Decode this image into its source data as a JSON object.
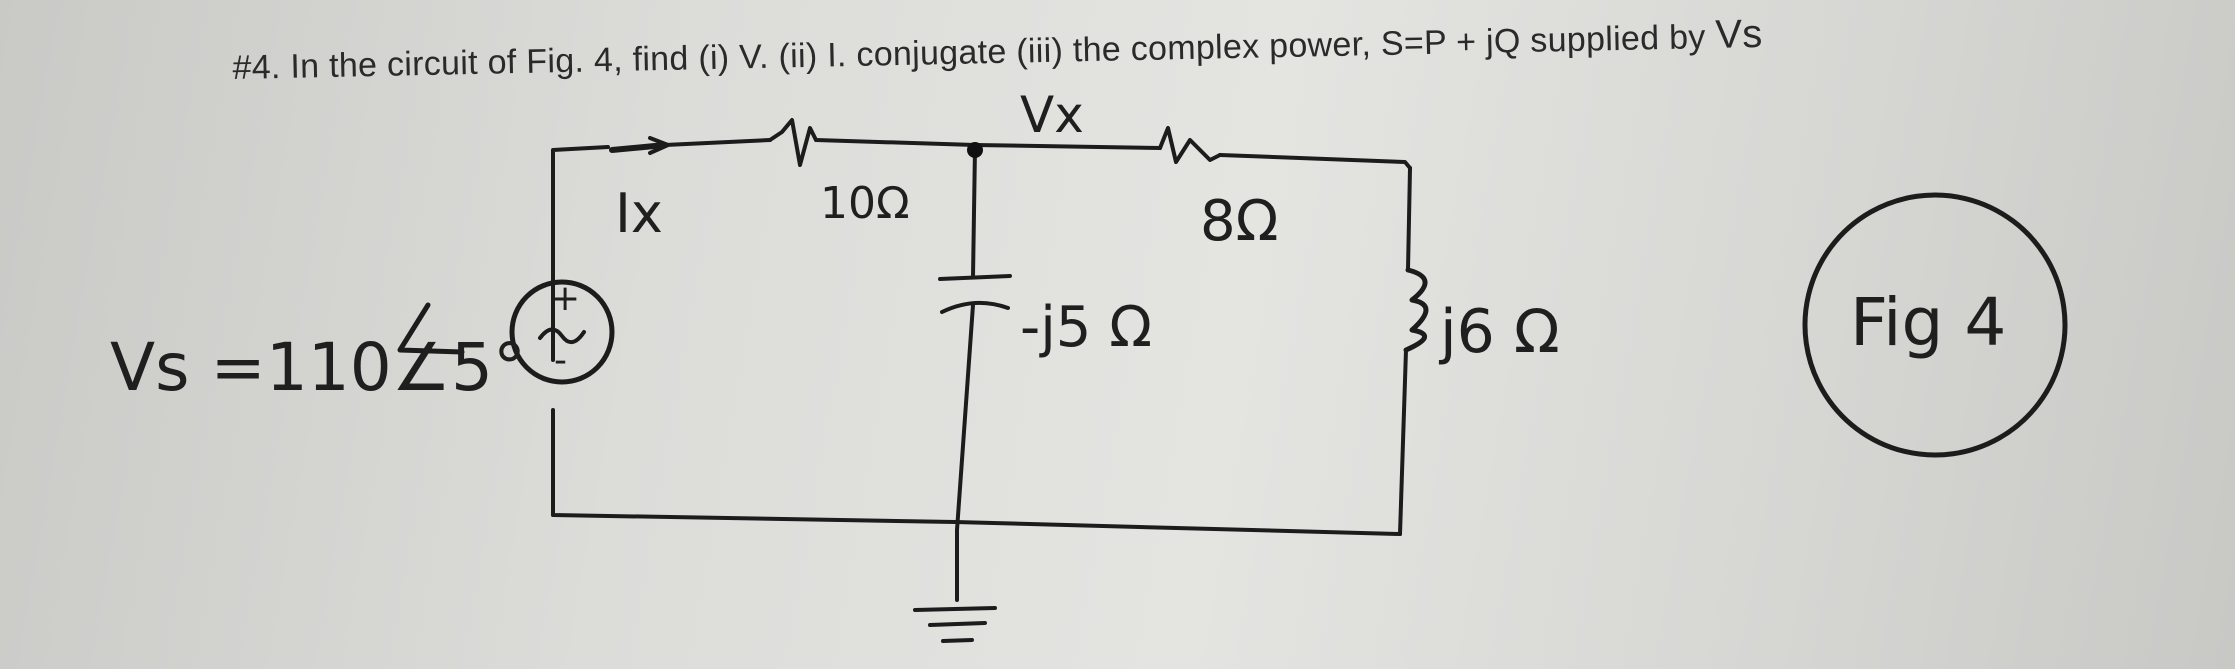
{
  "question": {
    "text": "#4. In the circuit of Fig. 4, find (i) V. (ii) I. conjugate (iii) the complex power, S=P + jQ  supplied by",
    "source": "Vs"
  },
  "labels": {
    "node": "Vx",
    "current": "Ix",
    "r1": "10Ω",
    "r2": "8Ω",
    "cap": "-j5 Ω",
    "ind": "j6 Ω",
    "source_value": "Vs =110∠5°",
    "source_sign_plus": "+",
    "source_sign_minus": "-",
    "figure": "Fig 4"
  }
}
